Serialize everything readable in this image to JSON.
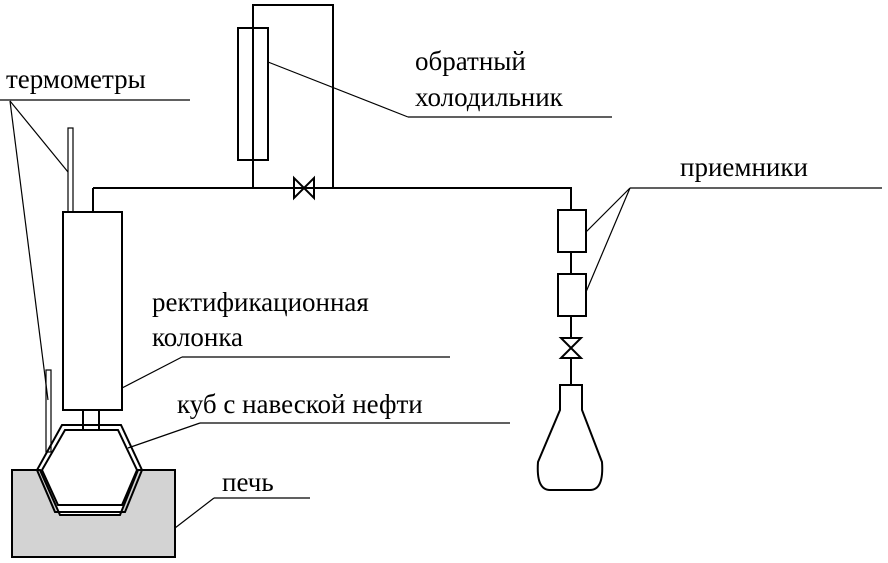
{
  "labels": {
    "thermometers": "термометры",
    "reflux_condenser_line1": "обратный",
    "reflux_condenser_line2": "холодильник",
    "receivers": "приемники",
    "column_line1": "ректификационная",
    "column_line2": "колонка",
    "still": "куб с навеской нефти",
    "furnace": "печь"
  },
  "colors": {
    "line": "#000000",
    "furnace_fill": "#d3d3d3",
    "background": "#ffffff"
  }
}
